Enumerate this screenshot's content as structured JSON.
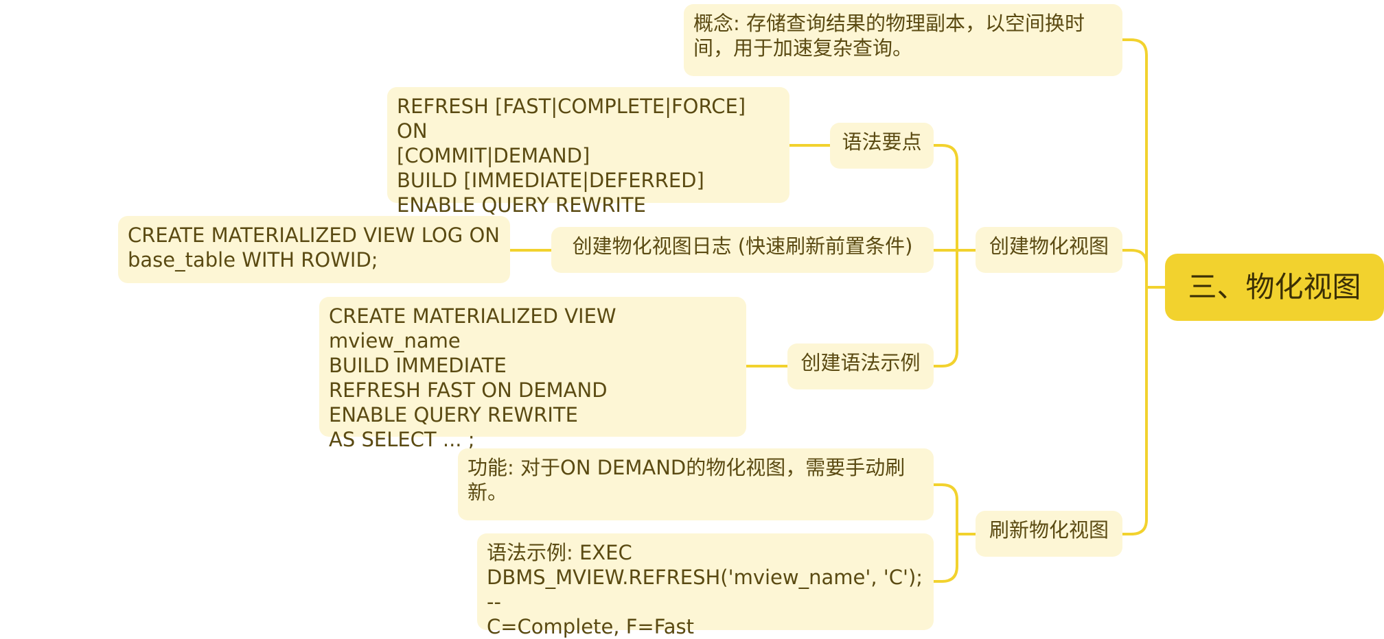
{
  "mindmap": {
    "root": "三、物化视图",
    "concept": "概念: 存储查询结果的物理副本，以空间换时间，用于加速复杂查询。",
    "create": {
      "label": "创建物化视图",
      "syntax": {
        "label": "语法要点",
        "code": "REFRESH [FAST|COMPLETE|FORCE] ON\n[COMMIT|DEMAND]\nBUILD [IMMEDIATE|DEFERRED]\nENABLE QUERY REWRITE"
      },
      "log": {
        "label": "创建物化视图日志 (快速刷新前置条件)",
        "code": "CREATE MATERIALIZED VIEW LOG ON\nbase_table WITH ROWID;"
      },
      "example": {
        "label": "创建语法示例",
        "code": "CREATE MATERIALIZED VIEW mview_name\nBUILD IMMEDIATE\nREFRESH FAST ON DEMAND\nENABLE QUERY REWRITE\nAS SELECT ... ;"
      }
    },
    "refresh": {
      "label": "刷新物化视图",
      "function": "功能: 对于ON DEMAND的物化视图，需要手动刷\n新。",
      "example": "语法示例: EXEC\nDBMS_MVIEW.REFRESH('mview_name', 'C'); --\nC=Complete, F=Fast"
    }
  },
  "colors": {
    "connector": "#F2D22E",
    "node_fill": "#FDF6D5",
    "node_text": "#5A4A12",
    "root_fill": "#F2D22E"
  }
}
